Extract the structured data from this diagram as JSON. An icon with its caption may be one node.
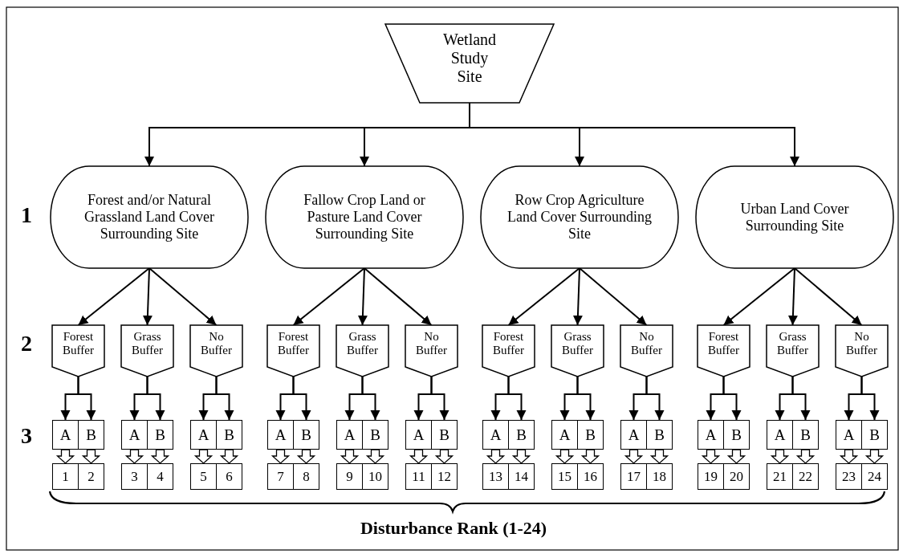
{
  "diagram": {
    "nodes": [
      {
        "text": [
          "Wetland Study Site"
        ]
      },
      {
        "text": [
          "Forest and/or Natural Grassland Land Cover Surrounding Site"
        ]
      },
      {
        "text": [
          "Fallow Crop Land or Pasture Land Cover Surrounding Site"
        ]
      },
      {
        "text": [
          "Row Crop Agriculture Land Cover Surrounding Site"
        ]
      },
      {
        "text": [
          "Urban Land Cover Surrounding Site"
        ]
      },
      {
        "text": [
          "Forest Buffer"
        ]
      },
      {
        "text": [
          "Grass Buffer"
        ]
      },
      {
        "text": [
          "No Buffer"
        ]
      },
      {
        "text": [
          "Forest Buffer"
        ]
      },
      {
        "text": [
          "Grass Buffer"
        ]
      },
      {
        "text": [
          "No Buffer"
        ]
      },
      {
        "text": [
          "Forest Buffer"
        ]
      },
      {
        "text": [
          "Grass Buffer"
        ]
      },
      {
        "text": [
          "No Buffer"
        ]
      },
      {
        "text": [
          "Forest Buffer"
        ]
      },
      {
        "text": [
          "Grass Buffer"
        ]
      },
      {
        "text": [
          "No Buffer"
        ]
      },
      {
        "text": [
          "A"
        ]
      },
      {
        "text": [
          "B"
        ]
      },
      {
        "text": [
          "A"
        ]
      },
      {
        "text": [
          "B"
        ]
      },
      {
        "text": [
          "A"
        ]
      },
      {
        "text": [
          "B"
        ]
      },
      {
        "text": [
          "A"
        ]
      },
      {
        "text": [
          "B"
        ]
      },
      {
        "text": [
          "A"
        ]
      },
      {
        "text": [
          "B"
        ]
      },
      {
        "text": [
          "A"
        ]
      },
      {
        "text": [
          "B"
        ]
      },
      {
        "text": [
          "A"
        ]
      },
      {
        "text": [
          "B"
        ]
      },
      {
        "text": [
          "A"
        ]
      },
      {
        "text": [
          "B"
        ]
      },
      {
        "text": [
          "A"
        ]
      },
      {
        "text": [
          "B"
        ]
      },
      {
        "text": [
          "A"
        ]
      },
      {
        "text": [
          "B"
        ]
      },
      {
        "text": [
          "A"
        ]
      },
      {
        "text": [
          "B"
        ]
      },
      {
        "text": [
          "A"
        ]
      },
      {
        "text": [
          "B"
        ]
      },
      {
        "text": [
          "1"
        ]
      },
      {
        "text": [
          "2"
        ]
      },
      {
        "text": [
          "3"
        ]
      },
      {
        "text": [
          "4"
        ]
      },
      {
        "text": [
          "5"
        ]
      },
      {
        "text": [
          "6"
        ]
      },
      {
        "text": [
          "7"
        ]
      },
      {
        "text": [
          "8"
        ]
      },
      {
        "text": [
          "9"
        ]
      },
      {
        "text": [
          "10"
        ]
      },
      {
        "text": [
          "11"
        ]
      },
      {
        "text": [
          "12"
        ]
      },
      {
        "text": [
          "13"
        ]
      },
      {
        "text": [
          "14"
        ]
      },
      {
        "text": [
          "15"
        ]
      },
      {
        "text": [
          "16"
        ]
      },
      {
        "text": [
          "17"
        ]
      },
      {
        "text": [
          "18"
        ]
      },
      {
        "text": [
          "19"
        ]
      },
      {
        "text": [
          "20"
        ]
      },
      {
        "text": [
          "21"
        ]
      },
      {
        "text": [
          "22"
        ]
      },
      {
        "text": [
          "23"
        ]
      },
      {
        "text": [
          "24"
        ]
      }
    ],
    "edges": [
      {
        "from": 0,
        "to": 1,
        "arrow": "to"
      },
      {
        "from": 0,
        "to": 2,
        "arrow": "to"
      },
      {
        "from": 0,
        "to": 3,
        "arrow": "to"
      },
      {
        "from": 0,
        "to": 4,
        "arrow": "to"
      },
      {
        "from": 1,
        "to": 5,
        "arrow": "to"
      },
      {
        "from": 1,
        "to": 6,
        "arrow": "to"
      },
      {
        "from": 1,
        "to": 7,
        "arrow": "to"
      },
      {
        "from": 2,
        "to": 8,
        "arrow": "to"
      },
      {
        "from": 2,
        "to": 9,
        "arrow": "to"
      },
      {
        "from": 2,
        "to": 10,
        "arrow": "to"
      },
      {
        "from": 3,
        "to": 11,
        "arrow": "to"
      },
      {
        "from": 3,
        "to": 12,
        "arrow": "to"
      },
      {
        "from": 3,
        "to": 13,
        "arrow": "to"
      },
      {
        "from": 4,
        "to": 14,
        "arrow": "to"
      },
      {
        "from": 4,
        "to": 15,
        "arrow": "to"
      },
      {
        "from": 4,
        "to": 16,
        "arrow": "to"
      },
      {
        "from": 5,
        "to": 17,
        "arrow": "to"
      },
      {
        "from": 5,
        "to": 18,
        "arrow": "to"
      },
      {
        "from": 6,
        "to": 19,
        "arrow": "to"
      },
      {
        "from": 6,
        "to": 20,
        "arrow": "to"
      },
      {
        "from": 7,
        "to": 21,
        "arrow": "to"
      },
      {
        "from": 7,
        "to": 22,
        "arrow": "to"
      },
      {
        "from": 8,
        "to": 23,
        "arrow": "to"
      },
      {
        "from": 8,
        "to": 24,
        "arrow": "to"
      },
      {
        "from": 9,
        "to": 25,
        "arrow": "to"
      },
      {
        "from": 9,
        "to": 26,
        "arrow": "to"
      },
      {
        "from": 10,
        "to": 27,
        "arrow": "to"
      },
      {
        "from": 10,
        "to": 28,
        "arrow": "to"
      },
      {
        "from": 11,
        "to": 29,
        "arrow": "to"
      },
      {
        "from": 11,
        "to": 30,
        "arrow": "to"
      },
      {
        "from": 12,
        "to": 31,
        "arrow": "to"
      },
      {
        "from": 12,
        "to": 32,
        "arrow": "to"
      },
      {
        "from": 13,
        "to": 33,
        "arrow": "to"
      },
      {
        "from": 13,
        "to": 34,
        "arrow": "to"
      },
      {
        "from": 14,
        "to": 35,
        "arrow": "to"
      },
      {
        "from": 14,
        "to": 36,
        "arrow": "to"
      },
      {
        "from": 15,
        "to": 37,
        "arrow": "to"
      },
      {
        "from": 15,
        "to": 38,
        "arrow": "to"
      },
      {
        "from": 16,
        "to": 39,
        "arrow": "to"
      },
      {
        "from": 16,
        "to": 40,
        "arrow": "to"
      },
      {
        "from": 17,
        "to": 41,
        "arrow": "to",
        "style": "thick"
      },
      {
        "from": 18,
        "to": 42,
        "arrow": "to",
        "style": "thick"
      },
      {
        "from": 19,
        "to": 43,
        "arrow": "to",
        "style": "thick"
      },
      {
        "from": 20,
        "to": 44,
        "arrow": "to",
        "style": "thick"
      },
      {
        "from": 21,
        "to": 45,
        "arrow": "to",
        "style": "thick"
      },
      {
        "from": 22,
        "to": 46,
        "arrow": "to",
        "style": "thick"
      },
      {
        "from": 23,
        "to": 47,
        "arrow": "to",
        "style": "thick"
      },
      {
        "from": 24,
        "to": 48,
        "arrow": "to",
        "style": "thick"
      },
      {
        "from": 25,
        "to": 49,
        "arrow": "to",
        "style": "thick"
      },
      {
        "from": 26,
        "to": 50,
        "arrow": "to",
        "style": "thick"
      },
      {
        "from": 27,
        "to": 51,
        "arrow": "to",
        "style": "thick"
      },
      {
        "from": 28,
        "to": 52,
        "arrow": "to",
        "style": "thick"
      },
      {
        "from": 29,
        "to": 53,
        "arrow": "to",
        "style": "thick"
      },
      {
        "from": 30,
        "to": 54,
        "arrow": "to",
        "style": "thick"
      },
      {
        "from": 31,
        "to": 55,
        "arrow": "to",
        "style": "thick"
      },
      {
        "from": 32,
        "to": 56,
        "arrow": "to",
        "style": "thick"
      },
      {
        "from": 33,
        "to": 57,
        "arrow": "to",
        "style": "thick"
      },
      {
        "from": 34,
        "to": 58,
        "arrow": "to",
        "style": "thick"
      },
      {
        "from": 35,
        "to": 59,
        "arrow": "to",
        "style": "thick"
      },
      {
        "from": 36,
        "to": 60,
        "arrow": "to",
        "style": "thick"
      },
      {
        "from": 37,
        "to": 61,
        "arrow": "to",
        "style": "thick"
      },
      {
        "from": 38,
        "to": 62,
        "arrow": "to",
        "style": "thick"
      },
      {
        "from": 39,
        "to": 63,
        "arrow": "to",
        "style": "thick"
      },
      {
        "from": 40,
        "to": 64,
        "arrow": "to",
        "style": "thick"
      }
    ],
    "labels": [
      "1",
      "2",
      "3",
      "Disturbance Rank (1-24)"
    ]
  }
}
